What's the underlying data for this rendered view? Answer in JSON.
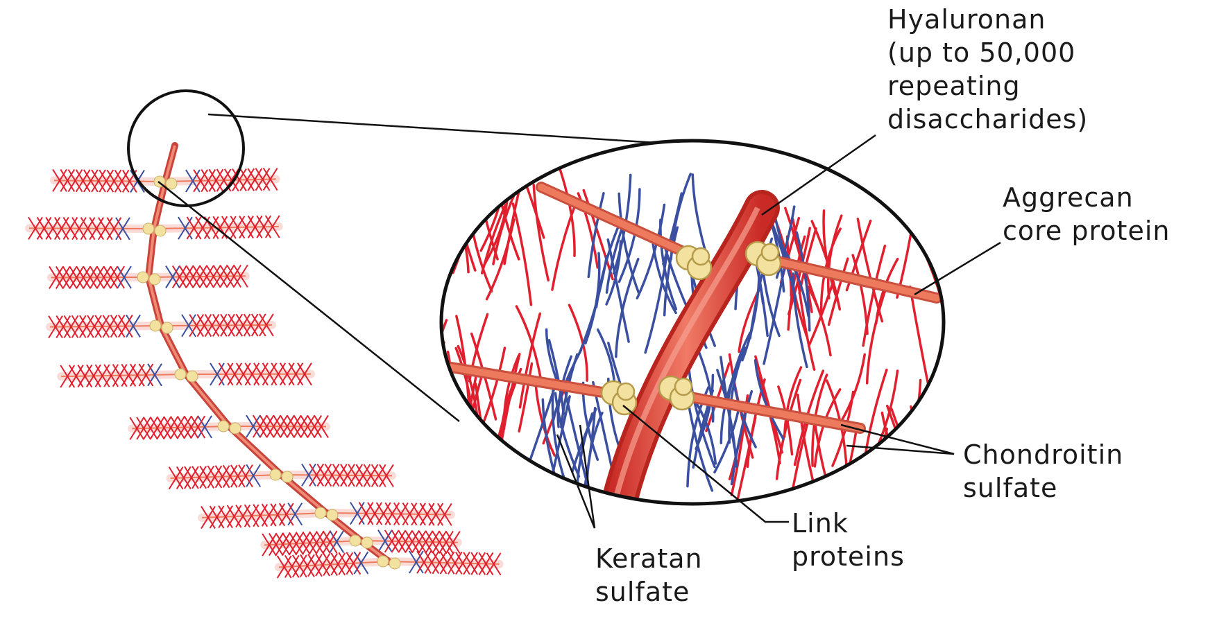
{
  "labels": {
    "hyaluronan": [
      "Hyaluronan",
      "(up to 50,000",
      "repeating",
      "disaccharides)"
    ],
    "aggrecan": [
      "Aggrecan",
      "core protein"
    ],
    "chondroitin": [
      "Chondroitin",
      "sulfate"
    ],
    "link": [
      "Link",
      "proteins"
    ],
    "keratan": [
      "Keratan",
      "sulfate"
    ]
  },
  "colors": {
    "chondroitin_sulfate": "#e0202e",
    "keratan_sulfate": "#3a4fa0",
    "hyaluronan": "#e65a4a",
    "core_protein": "#ee7a5e",
    "link_protein": "#f3e1a0",
    "outline": "#111111"
  }
}
